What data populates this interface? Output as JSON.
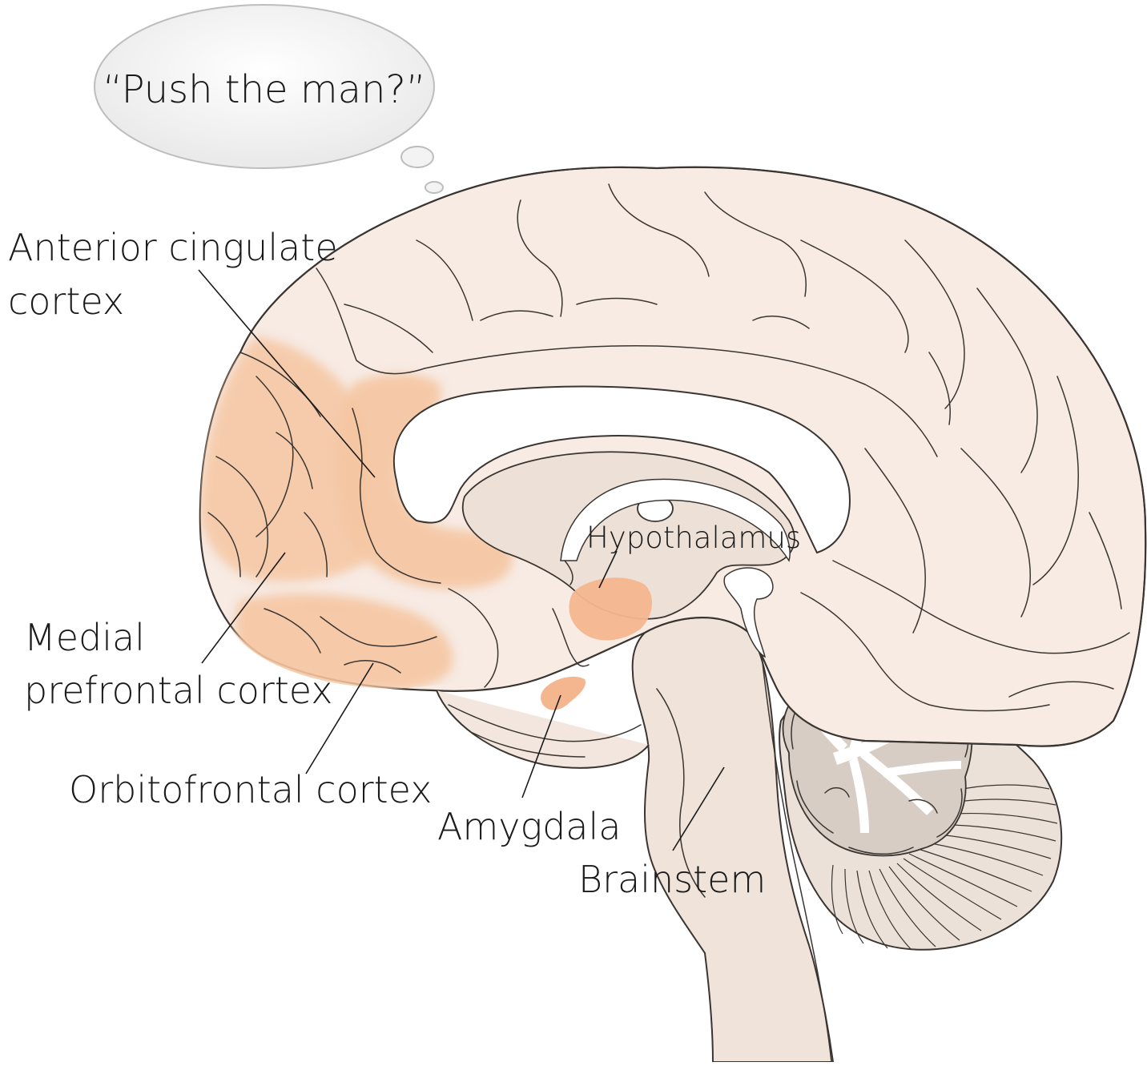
{
  "thought_bubble": {
    "text": "“Push the man?”"
  },
  "labels": {
    "anterior_cingulate_line1": "Anterior cingulate",
    "anterior_cingulate_line2": "cortex",
    "medial_prefrontal_line1": "Medial",
    "medial_prefrontal_line2": "prefrontal cortex",
    "orbitofrontal": "Orbitofrontal cortex",
    "amygdala": "Amygdala",
    "hypothalamus": "Hypothalamus",
    "brainstem": "Brainstem"
  },
  "colors": {
    "cortex_fill": "#f7ebe4",
    "cortex_light": "#fbf6f2",
    "highlight": "#f5c6a2",
    "highlight_strong": "#f4b68e",
    "deep_structure": "#ece0d7",
    "brainstem": "#efe3da",
    "cerebellum": "#d8cdc4",
    "outline": "#3a3531"
  }
}
